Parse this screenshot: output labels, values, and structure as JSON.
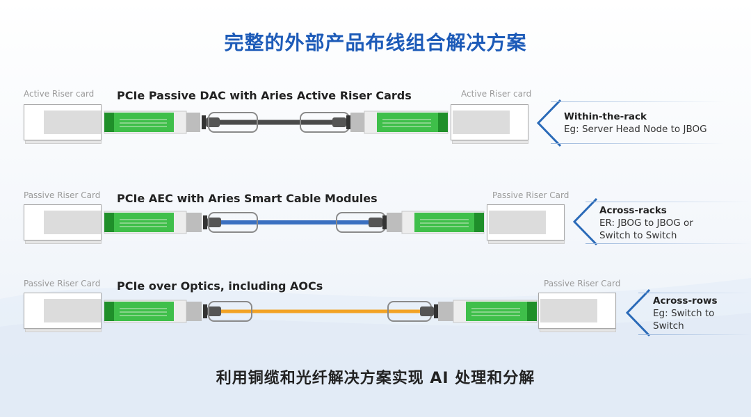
{
  "title": "完整的外部产品布线组合解决方案",
  "footer": "利用铜缆和光纤解决方案实现 AI 处理和分解",
  "colors": {
    "title": "#1d5bb8",
    "cable_dac": "#4a4a4a",
    "cable_aec": "#3a6fc0",
    "cable_optics": "#f2a325",
    "connector_pcb": "#3fbf4a",
    "chevron": "#2a6ab8"
  },
  "rows": [
    {
      "left_card_label": "Active Riser card",
      "right_card_label": "Active Riser card",
      "title": "PCIe Passive DAC with Aries Active Riser Cards",
      "cable": "dac",
      "side": {
        "head": "Within-the-rack",
        "lines": [
          "Eg: Server Head Node to JBOG"
        ]
      }
    },
    {
      "left_card_label": "Passive Riser Card",
      "right_card_label": "Passive Riser Card",
      "title": "PCIe AEC with Aries Smart Cable Modules",
      "cable": "aec",
      "side": {
        "head": "Across-racks",
        "lines": [
          "ER: JBOG to JBOG or",
          "Switch to Switch"
        ]
      }
    },
    {
      "left_card_label": "Passive Riser Card",
      "right_card_label": "Passive Riser Card",
      "title": "PCIe over Optics, including AOCs",
      "cable": "optics",
      "side": {
        "head": "Across-rows",
        "lines": [
          "Eg: Switch to",
          "Switch"
        ]
      }
    }
  ]
}
